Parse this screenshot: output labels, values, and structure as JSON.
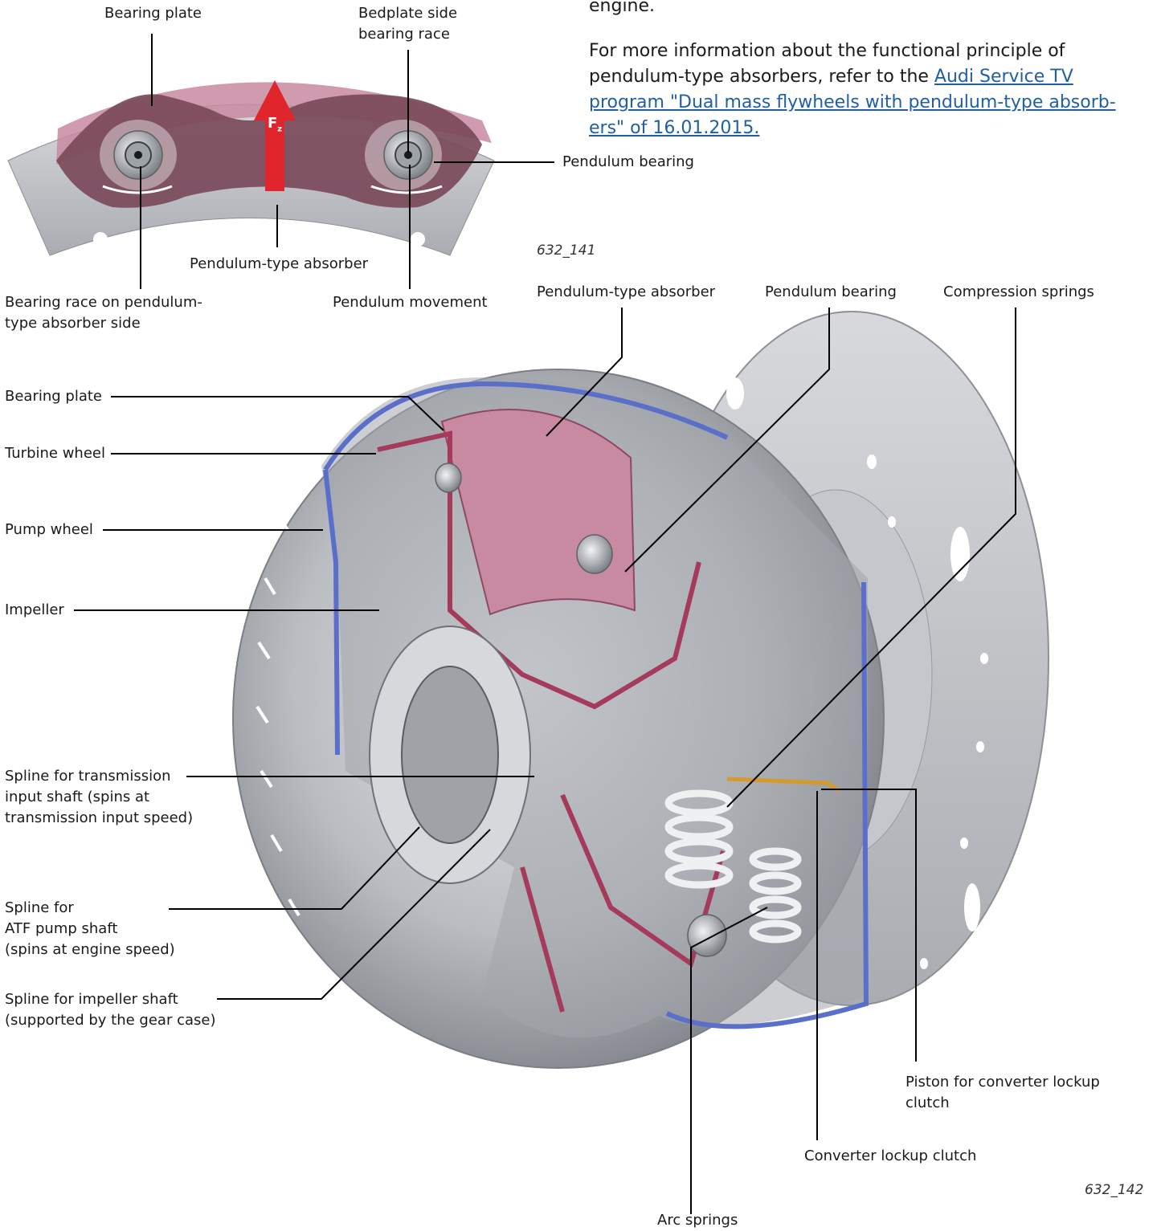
{
  "intro": {
    "tail": "engine.",
    "info_prefix": "For more information about the functional principle of pendulum-type absorbers, refer to the ",
    "info_link": "Audi Service TV program \"Dual mass flywheels with pendulum-type absorb-ers\" of 16.01.2015."
  },
  "figure1": {
    "id": "632_141",
    "force_label": "F",
    "force_sub": "z",
    "labels": {
      "bearing_plate": "Bearing plate",
      "bedplate_race_1": "Bedplate side",
      "bedplate_race_2": "bearing race",
      "pendulum_bearing": "Pendulum bearing",
      "pendulum_absorber": "Pendulum-type absorber",
      "race_absorber_1": "Bearing race on pendulum-",
      "race_absorber_2": "type absorber side",
      "pendulum_movement": "Pendulum movement"
    }
  },
  "figure2": {
    "id": "632_142",
    "labels": {
      "pendulum_absorber": "Pendulum-type absorber",
      "pendulum_bearing": "Pendulum bearing",
      "compression_springs": "Compression springs",
      "bearing_plate": "Bearing plate",
      "turbine_wheel": "Turbine wheel",
      "pump_wheel": "Pump wheel",
      "impeller": "Impeller",
      "spline_input_1": "Spline for transmission",
      "spline_input_2": "input shaft (spins at",
      "spline_input_3": "transmission input speed)",
      "spline_atf_1": "Spline for",
      "spline_atf_2": "ATF pump shaft",
      "spline_atf_3": "(spins at engine speed)",
      "spline_impeller_1": "Spline for impeller shaft",
      "spline_impeller_2": "(supported by the gear case)",
      "piston_1": "Piston for converter lockup",
      "piston_2": "clutch",
      "lockup_clutch": "Converter lockup clutch",
      "arc_springs": "Arc springs"
    }
  },
  "colors": {
    "housing_blue": "#5a6fc9",
    "absorber_pink": "#b9788f",
    "cutaway_red": "#a53a5a",
    "force_red": "#e0262c",
    "metal": "#b9bcc1"
  }
}
